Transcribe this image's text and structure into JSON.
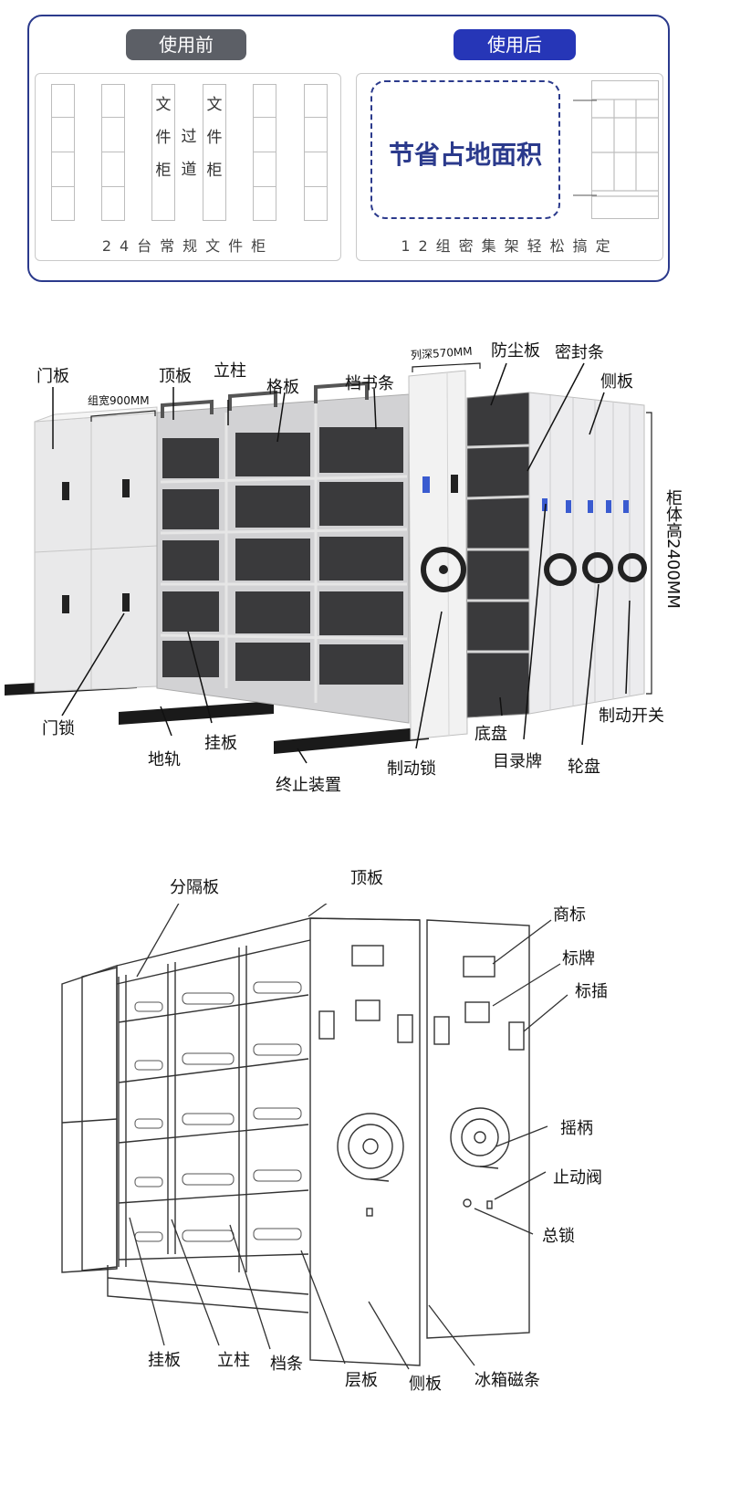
{
  "comparison": {
    "before": {
      "tag": "使用前",
      "cabinet_label": [
        "文",
        "件",
        "柜"
      ],
      "aisle_label": [
        "过",
        "道"
      ],
      "caption": "24台常规文件柜"
    },
    "after": {
      "tag": "使用后",
      "save_text": "节省占地面积",
      "caption": "12组密集架轻松搞定"
    }
  },
  "photo_diagram": {
    "labels": {
      "door_panel": "门板",
      "top_panel": "顶板",
      "column": "立柱",
      "shelf": "格板",
      "book_strip": "档书条",
      "dust_board": "防尘板",
      "seal_strip": "密封条",
      "side_panel": "侧板",
      "group_width": "组宽900MM",
      "column_depth": "列深570MM",
      "cabinet_height": "柜体高2400MM",
      "door_lock": "门锁",
      "rail": "地轨",
      "hang_board": "挂板",
      "stop_device": "终止装置",
      "brake_lock": "制动锁",
      "base_plate": "底盘",
      "catalog_plate": "目录牌",
      "wheel": "轮盘",
      "brake_switch": "制动开关"
    }
  },
  "line_diagram": {
    "labels": {
      "divider": "分隔板",
      "top_panel": "顶板",
      "trademark": "商标",
      "nameplate": "标牌",
      "label_insert": "标插",
      "handle": "摇柄",
      "stop_valve": "止动阀",
      "master_lock": "总锁",
      "hang_board": "挂板",
      "column": "立柱",
      "strip": "档条",
      "layer_board": "层板",
      "side_panel": "侧板",
      "fridge_magnet": "冰箱磁条"
    }
  },
  "colors": {
    "accent_blue": "#2b3a8c",
    "tag_blue": "#2636b7",
    "tag_gray": "#5c5f66"
  }
}
